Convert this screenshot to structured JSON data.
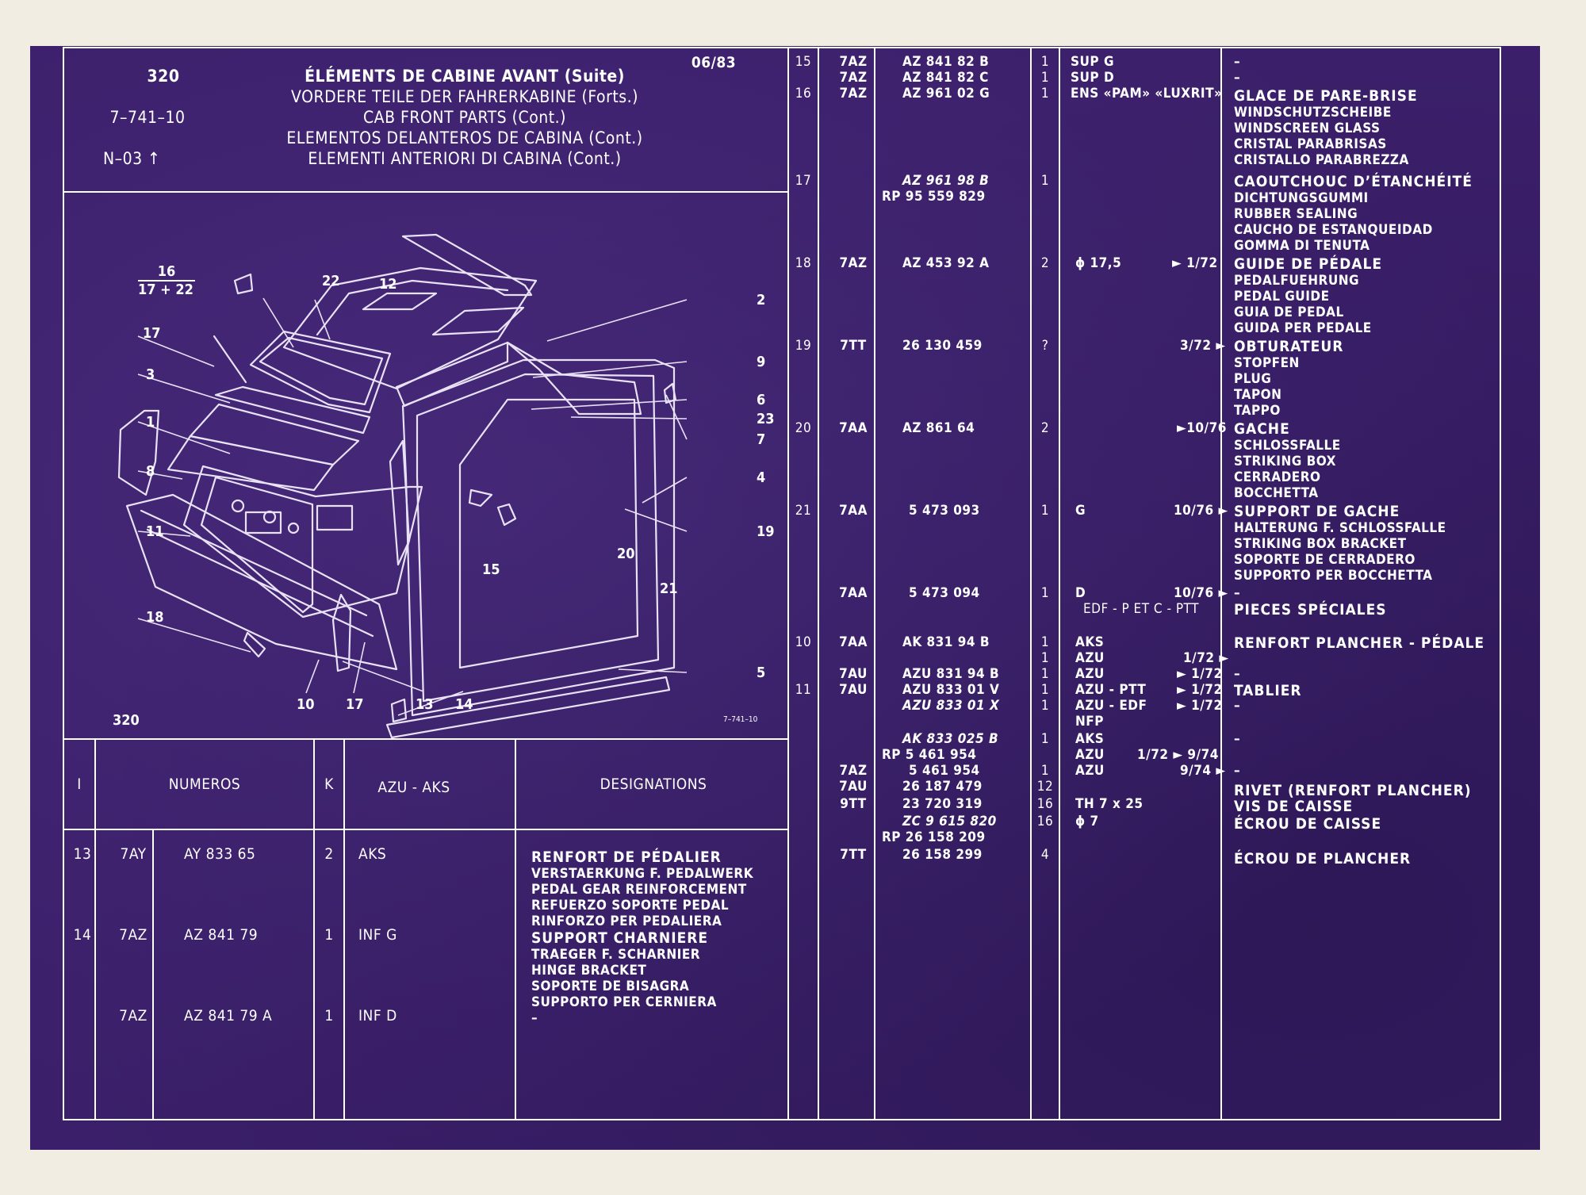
{
  "header": {
    "page_number": "320",
    "ref_code": "7–741–10",
    "n_code": "N–03",
    "date": "06/83",
    "title_fr": "ÉLÉMENTS DE CABINE AVANT (Suite)",
    "title_de": "VORDERE TEILE DER FAHRERKABINE (Forts.)",
    "title_en": "CAB FRONT PARTS (Cont.)",
    "title_es": "ELEMENTOS DELANTEROS DE CABINA (Cont.)",
    "title_it": "ELEMENTI ANTERIORI DI CABINA (Cont.)"
  },
  "illustration": {
    "group_top": "16",
    "group_bottom": "17 + 22",
    "figure_number": "320",
    "figure_ref": "7–741–10",
    "callouts": [
      "22",
      "12",
      "2",
      "17",
      "9",
      "3",
      "6",
      "23",
      "1",
      "7",
      "8",
      "4",
      "11",
      "19",
      "20",
      "21",
      "15",
      "18",
      "5",
      "10",
      "17",
      "13",
      "14"
    ]
  },
  "left_table": {
    "headers": {
      "item": "I",
      "numeros": "NUMEROS",
      "k": "K",
      "azu": "AZU - AKS",
      "designations": "DESIGNATIONS"
    },
    "rows": [
      {
        "item": "13",
        "code": "7AY",
        "number": "AY 833 65",
        "qty": "2",
        "azu": "AKS",
        "designation": [
          "RENFORT DE PÉDALIER",
          "VERSTAERKUNG F. PEDALWERK",
          "PEDAL GEAR REINFORCEMENT",
          "REFUERZO SOPORTE PEDAL",
          "RINFORZO PER PEDALIERA"
        ]
      },
      {
        "item": "14",
        "code": "7AZ",
        "number": "AZ 841 79",
        "qty": "1",
        "azu": "INF G",
        "designation": [
          "SUPPORT CHARNIERE",
          "TRAEGER F. SCHARNIER",
          "HINGE BRACKET",
          "SOPORTE DE BISAGRA",
          "SUPPORTO PER CERNIERA"
        ]
      },
      {
        "item": "",
        "code": "7AZ",
        "number": "AZ 841 79 A",
        "qty": "1",
        "azu": "INF D",
        "designation": [
          "–"
        ]
      }
    ]
  },
  "right_table": {
    "rows": [
      {
        "item": "15",
        "code": "7AZ",
        "number": "AZ 841 82 B",
        "qty": "1",
        "azu": "SUP G",
        "date": "",
        "designation": [
          "–"
        ]
      },
      {
        "item": "",
        "code": "7AZ",
        "number": "AZ 841 82 C",
        "qty": "1",
        "azu": "SUP D",
        "date": "",
        "designation": [
          "–"
        ]
      },
      {
        "item": "16",
        "code": "7AZ",
        "number": "AZ 961 02 G",
        "qty": "1",
        "azu": "ENS «PAM» «LUXRIT»",
        "date": "",
        "designation": [
          "GLACE DE PARE-BRISE",
          "WINDSCHUTZSCHEIBE",
          "WINDSCREEN GLASS",
          "CRISTAL PARABRISAS",
          "CRISTALLO PARABREZZA"
        ]
      },
      {
        "item": "17",
        "code": "",
        "number": "AZ 961 98 B",
        "number2": "RP 95 559 829",
        "qty": "1",
        "azu": "",
        "date": "",
        "designation": [
          "CAOUTCHOUC D’ÉTANCHÉITÉ",
          "DICHTUNGSGUMMI",
          "RUBBER SEALING",
          "CAUCHO DE ESTANQUEIDAD",
          "GOMMA DI TENUTA"
        ]
      },
      {
        "item": "18",
        "code": "7AZ",
        "number": "AZ 453 92 A",
        "qty": "2",
        "azu": "ϕ 17,5",
        "date": "► 1/72",
        "designation": [
          "GUIDE DE PÉDALE",
          "PEDALFUEHRUNG",
          "PEDAL GUIDE",
          "GUIA DE PEDAL",
          "GUIDA PER PEDALE"
        ]
      },
      {
        "item": "19",
        "code": "7TT",
        "number": "26 130 459",
        "qty": "?",
        "azu": "",
        "date": "3/72 ►",
        "designation": [
          "OBTURATEUR",
          "STOPFEN",
          "PLUG",
          "TAPON",
          "TAPPO"
        ]
      },
      {
        "item": "20",
        "code": "7AA",
        "number": "AZ 861 64",
        "qty": "2",
        "azu": "",
        "date": "►10/76",
        "designation": [
          "GACHE",
          "SCHLOSSFALLE",
          "STRIKING BOX",
          "CERRADERO",
          "BOCCHETTA"
        ]
      },
      {
        "item": "21",
        "code": "7AA",
        "number": "5 473 093",
        "qty": "1",
        "azu": "G",
        "date": "10/76 ►",
        "designation": [
          "SUPPORT DE GACHE",
          "HALTERUNG F. SCHLOSSFALLE",
          "STRIKING BOX BRACKET",
          "SOPORTE DE CERRADERO",
          "SUPPORTO PER BOCCHETTA"
        ]
      },
      {
        "item": "",
        "code": "7AA",
        "number": "5 473 094",
        "qty": "1",
        "azu": "D",
        "date": "10/76 ►",
        "designation": [
          "–"
        ]
      },
      {
        "item": "",
        "code": "",
        "number": "",
        "qty": "",
        "azu": "EDF - P ET C - PTT",
        "date": "",
        "designation": [
          "PIECES SPÉCIALES"
        ]
      },
      {
        "item": "10",
        "code": "7AA",
        "number": "AK 831 94 B",
        "qty": "1",
        "azu": "AKS",
        "date": "",
        "designation": [
          "RENFORT PLANCHER - PÉDALE"
        ]
      },
      {
        "item": "",
        "code": "",
        "number": "",
        "qty": "1",
        "azu": "AZU",
        "date": "1/72 ►",
        "designation": [
          ""
        ]
      },
      {
        "item": "",
        "code": "7AU",
        "number": "AZU 831 94 B",
        "qty": "1",
        "azu": "AZU",
        "date": "► 1/72",
        "designation": [
          "–"
        ]
      },
      {
        "item": "11",
        "code": "7AU",
        "number": "AZU 833 01 V",
        "qty": "1",
        "azu": "AZU - PTT",
        "date": "► 1/72",
        "designation": [
          "TABLIER"
        ]
      },
      {
        "item": "",
        "code": "",
        "number": "AZU 833 01 X",
        "qty": "1",
        "azu": "AZU - EDF",
        "date": "► 1/72",
        "designation": [
          "–"
        ]
      },
      {
        "item": "",
        "code": "",
        "number": "",
        "qty": "",
        "azu": "NFP",
        "date": "",
        "designation": [
          ""
        ]
      },
      {
        "item": "",
        "code": "",
        "number": "AK 833 025 B",
        "qty": "1",
        "azu": "AKS",
        "date": "",
        "designation": [
          "–"
        ]
      },
      {
        "item": "",
        "code": "",
        "number": "RP 5 461 954",
        "qty": "",
        "azu": "AZU",
        "date": "1/72 ► 9/74",
        "designation": [
          ""
        ]
      },
      {
        "item": "",
        "code": "7AZ",
        "number": "5 461 954",
        "qty": "1",
        "azu": "AZU",
        "date": "9/74 ►",
        "designation": [
          "–"
        ]
      },
      {
        "item": "",
        "code": "7AU",
        "number": "26 187 479",
        "qty": "12",
        "azu": "",
        "date": "",
        "designation": [
          "RIVET (RENFORT PLANCHER)"
        ]
      },
      {
        "item": "",
        "code": "9TT",
        "number": "23 720 319",
        "qty": "16",
        "azu": "TH 7 x 25",
        "date": "",
        "designation": [
          "VIS DE CAISSE"
        ]
      },
      {
        "item": "",
        "code": "",
        "number": "ZC 9 615 820",
        "qty": "16",
        "azu": "ϕ 7",
        "date": "",
        "designation": [
          "ÉCROU DE CAISSE"
        ]
      },
      {
        "item": "",
        "code": "",
        "number": "RP 26 158 209",
        "qty": "",
        "azu": "",
        "date": "",
        "designation": [
          ""
        ]
      },
      {
        "item": "",
        "code": "7TT",
        "number": "26 158 299",
        "qty": "4",
        "azu": "",
        "date": "",
        "designation": [
          "ÉCROU DE PLANCHER"
        ]
      }
    ]
  },
  "colors": {
    "sheet": "#3b1f6a",
    "ink": "#ffffff",
    "paper": "#f1ede2"
  }
}
